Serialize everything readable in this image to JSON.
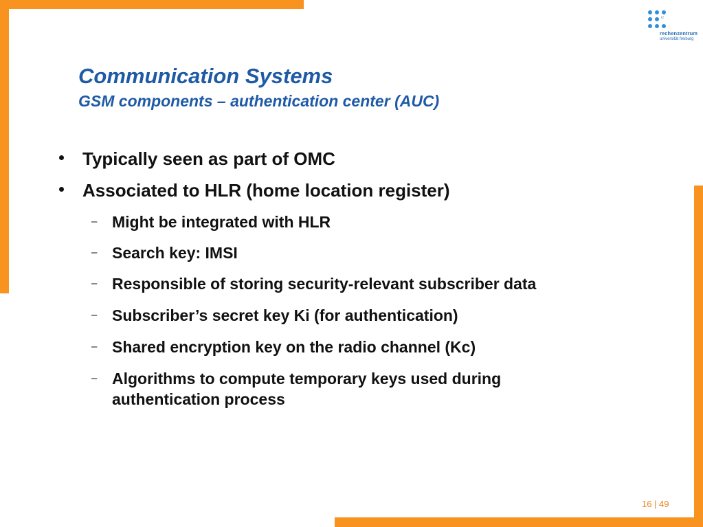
{
  "slide": {
    "title": "Communication Systems",
    "subtitle": "GSM components – authentication center (AUC)"
  },
  "logo": {
    "rz": "rz",
    "line1": "rechenzentrum",
    "line2": "universität freiburg"
  },
  "bullets": [
    "Typically seen as part of OMC",
    "Associated to HLR (home location register)"
  ],
  "sub_bullets": [
    "Might be integrated with HLR",
    "Search key: IMSI",
    "Responsible of storing security-relevant subscriber data",
    "Subscriber’s secret key Ki (for authentication)",
    "Shared encryption key on the radio channel (Kc)",
    "Algorithms to compute temporary keys used during",
    "authentication process"
  ],
  "page": "16 | 49",
  "colors": {
    "accent": "#f7931e",
    "title": "#1f5aa6",
    "logo": "#2f8fd8"
  }
}
